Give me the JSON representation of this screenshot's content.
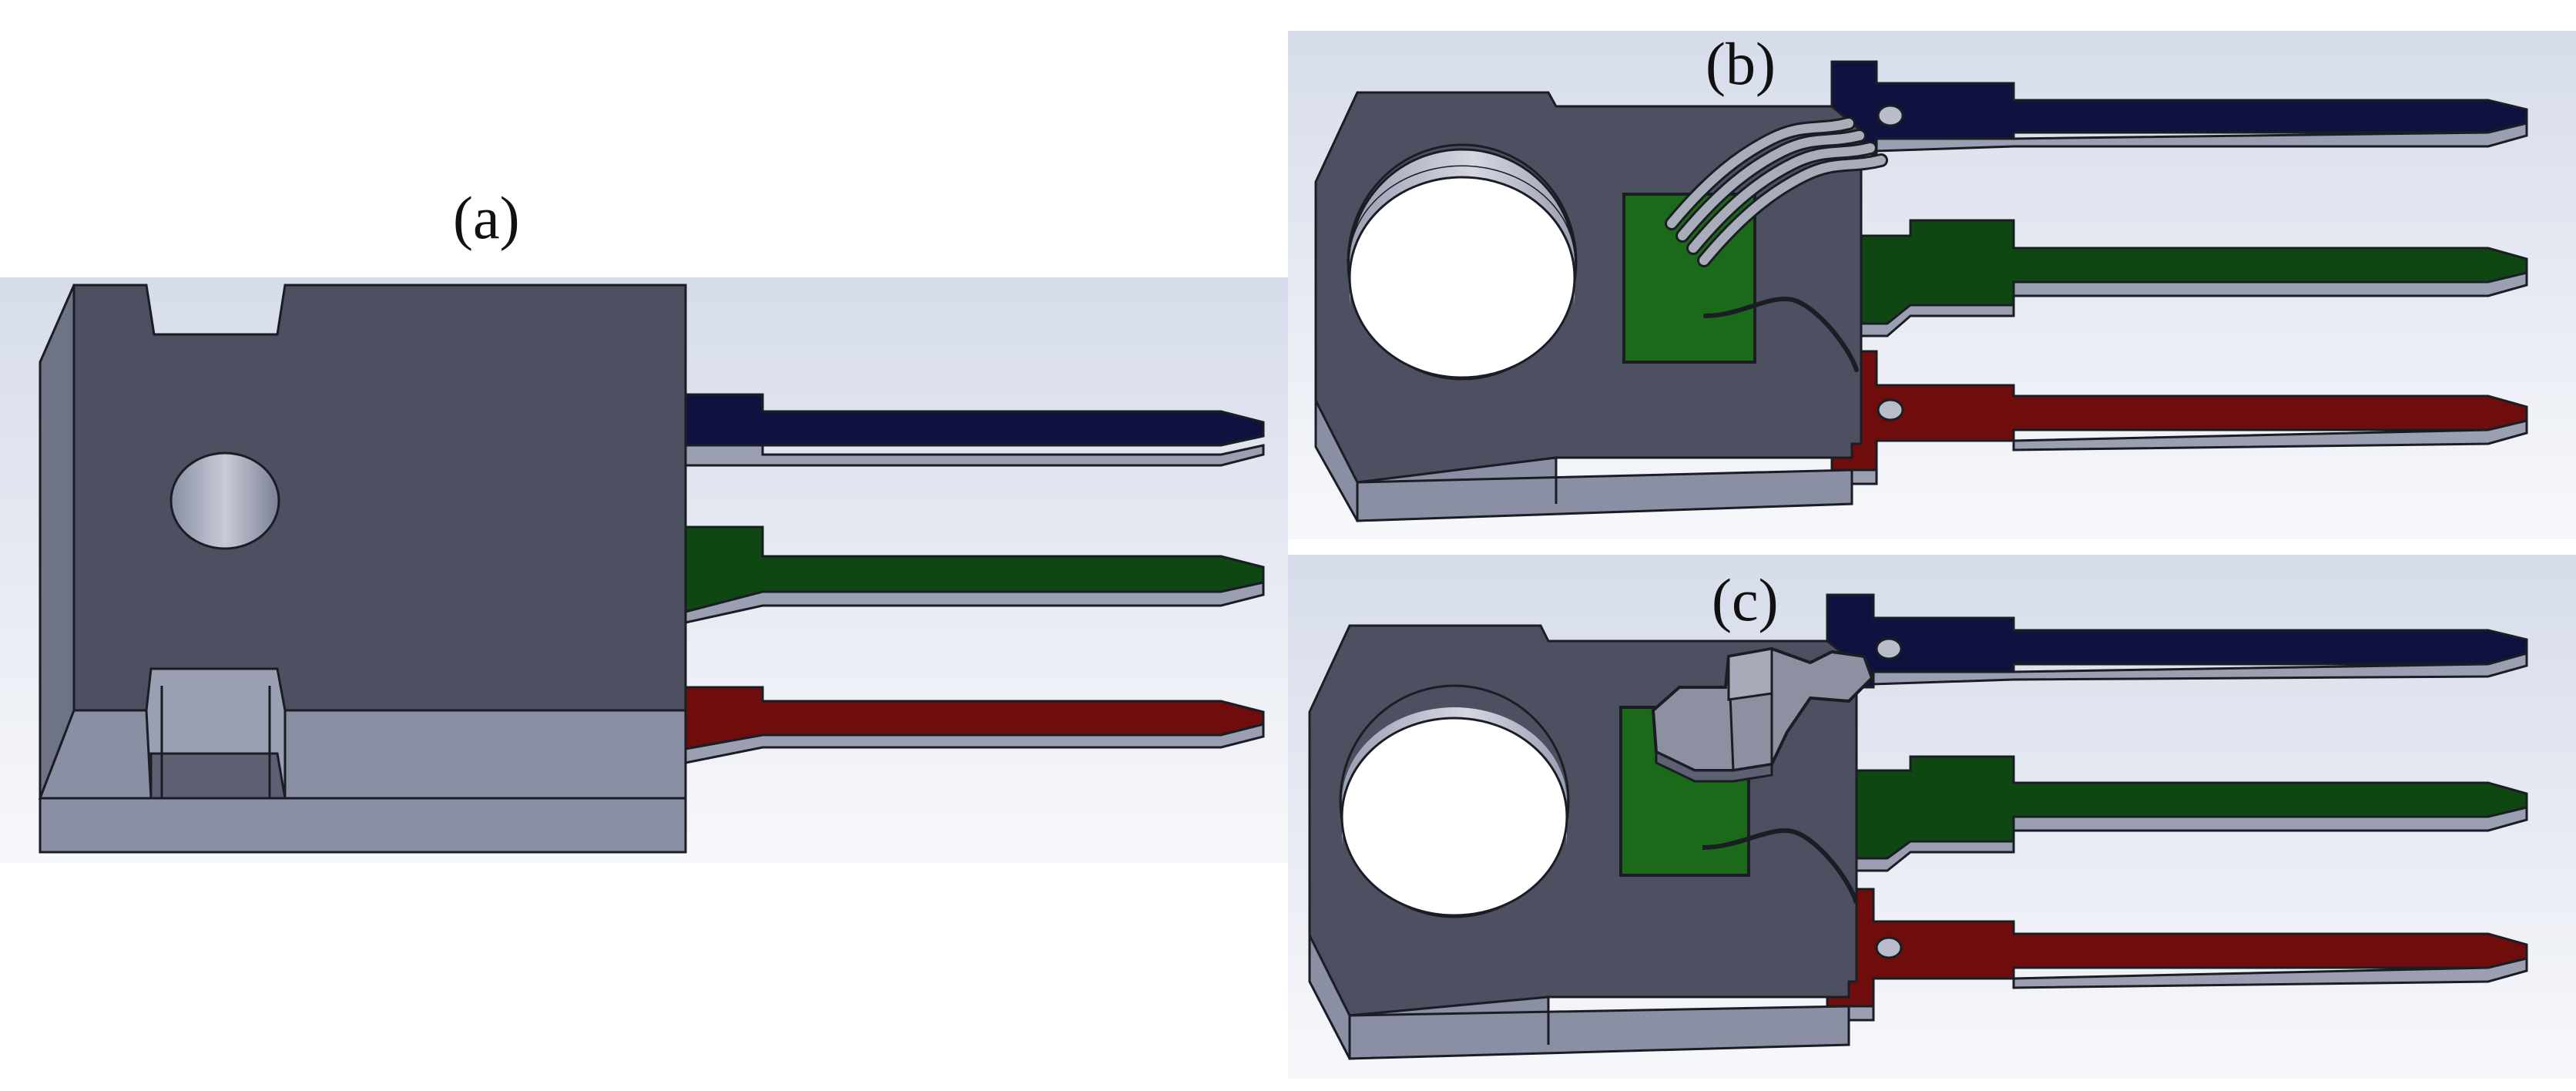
{
  "figure": {
    "panels": [
      {
        "id": "a",
        "label": "(a)",
        "description_name": "panel-a"
      },
      {
        "id": "b",
        "label": "(b)",
        "description_name": "panel-b"
      },
      {
        "id": "c",
        "label": "(c)",
        "description_name": "panel-c"
      }
    ]
  },
  "colors": {
    "background": "#ffffff",
    "scene_gradient_top": "#d6dcea",
    "scene_gradient_bottom": "#f7f8fb",
    "body_top": "#4c5060",
    "body_side": "#8a8fa3",
    "body_outline": "#1b1d24",
    "lead_top_1": "#0f123f",
    "lead_top_2": "#0f4712",
    "lead_top_3": "#6f0d0d",
    "lead_side": "#9aa0b1",
    "die": "#1a6a1a",
    "bond_wire": "#a9adb9",
    "clip": "#8c90a0",
    "hole_face": "#b8bccb",
    "hole_shade": "#7c8095"
  }
}
